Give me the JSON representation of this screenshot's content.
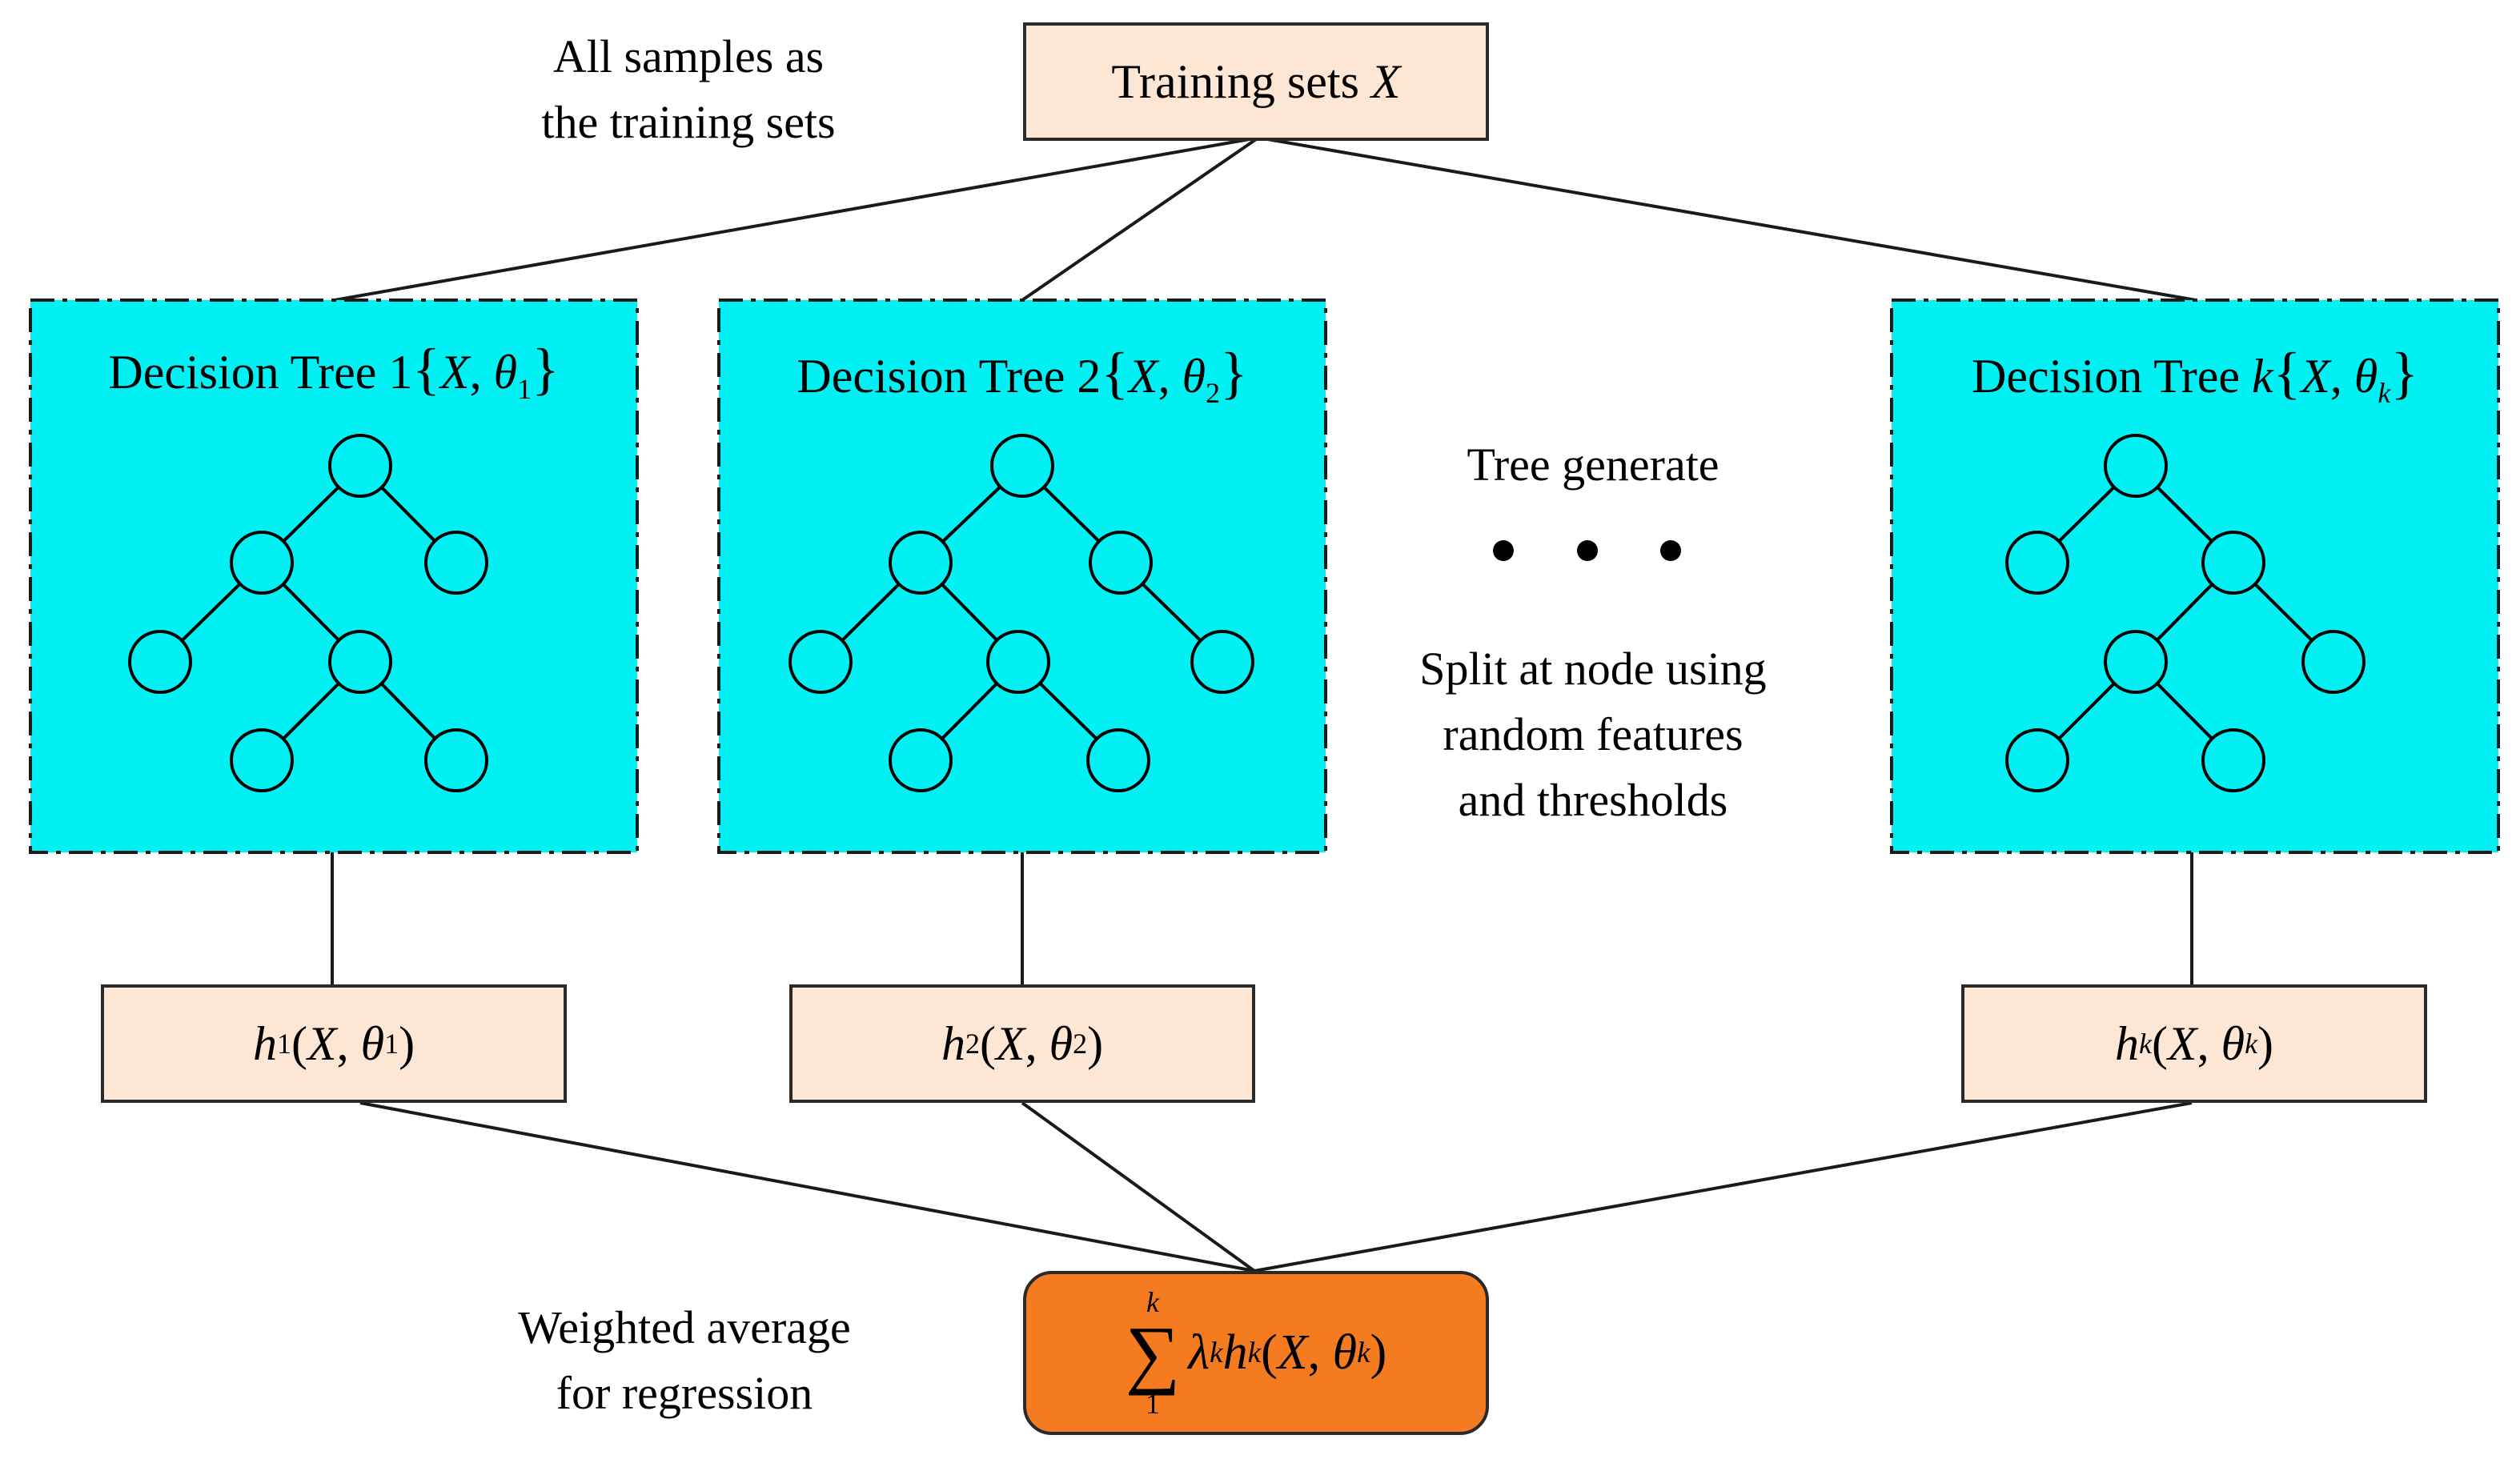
{
  "captions": {
    "all_samples": [
      "All samples as",
      "the training sets"
    ],
    "tree_generate": "Tree generate",
    "split_note": [
      "Split at node using",
      "random features",
      "and thresholds"
    ],
    "weighted_average": [
      "Weighted average",
      "for regression"
    ]
  },
  "root": {
    "label": "Training sets ",
    "var": "X"
  },
  "trees": [
    {
      "title": "Decision Tree 1",
      "k_italic": "",
      "theta_sub": "1"
    },
    {
      "title": "Decision Tree 2",
      "k_italic": "",
      "theta_sub": "2"
    },
    {
      "title": "Decision Tree ",
      "k_italic": "k",
      "theta_sub": "k"
    }
  ],
  "hypotheses": [
    {
      "h_sub": "1",
      "theta_sub": "1"
    },
    {
      "h_sub": "2",
      "theta_sub": "2"
    },
    {
      "h_sub": "k",
      "theta_sub": "k"
    }
  ],
  "aggregate": {
    "upper": "k",
    "lower": "1",
    "sigma": "∑",
    "lambda": "λ",
    "lambda_sub": "k",
    "h": "h",
    "h_sub": "k",
    "theta_sub": "k"
  },
  "symbols": {
    "X": "X",
    "theta": "θ",
    "h": "h",
    "lbrace": "{",
    "rbrace": "}",
    "open_paren": "(",
    "close_paren": ")",
    "comma": ", ",
    "ellipsis_dots": "• • •"
  },
  "colors": {
    "tree_panel": "#00f0f4",
    "peach_box": "#fde6d4",
    "aggregate_box": "#f47b20",
    "line": "#1a1a1a"
  }
}
